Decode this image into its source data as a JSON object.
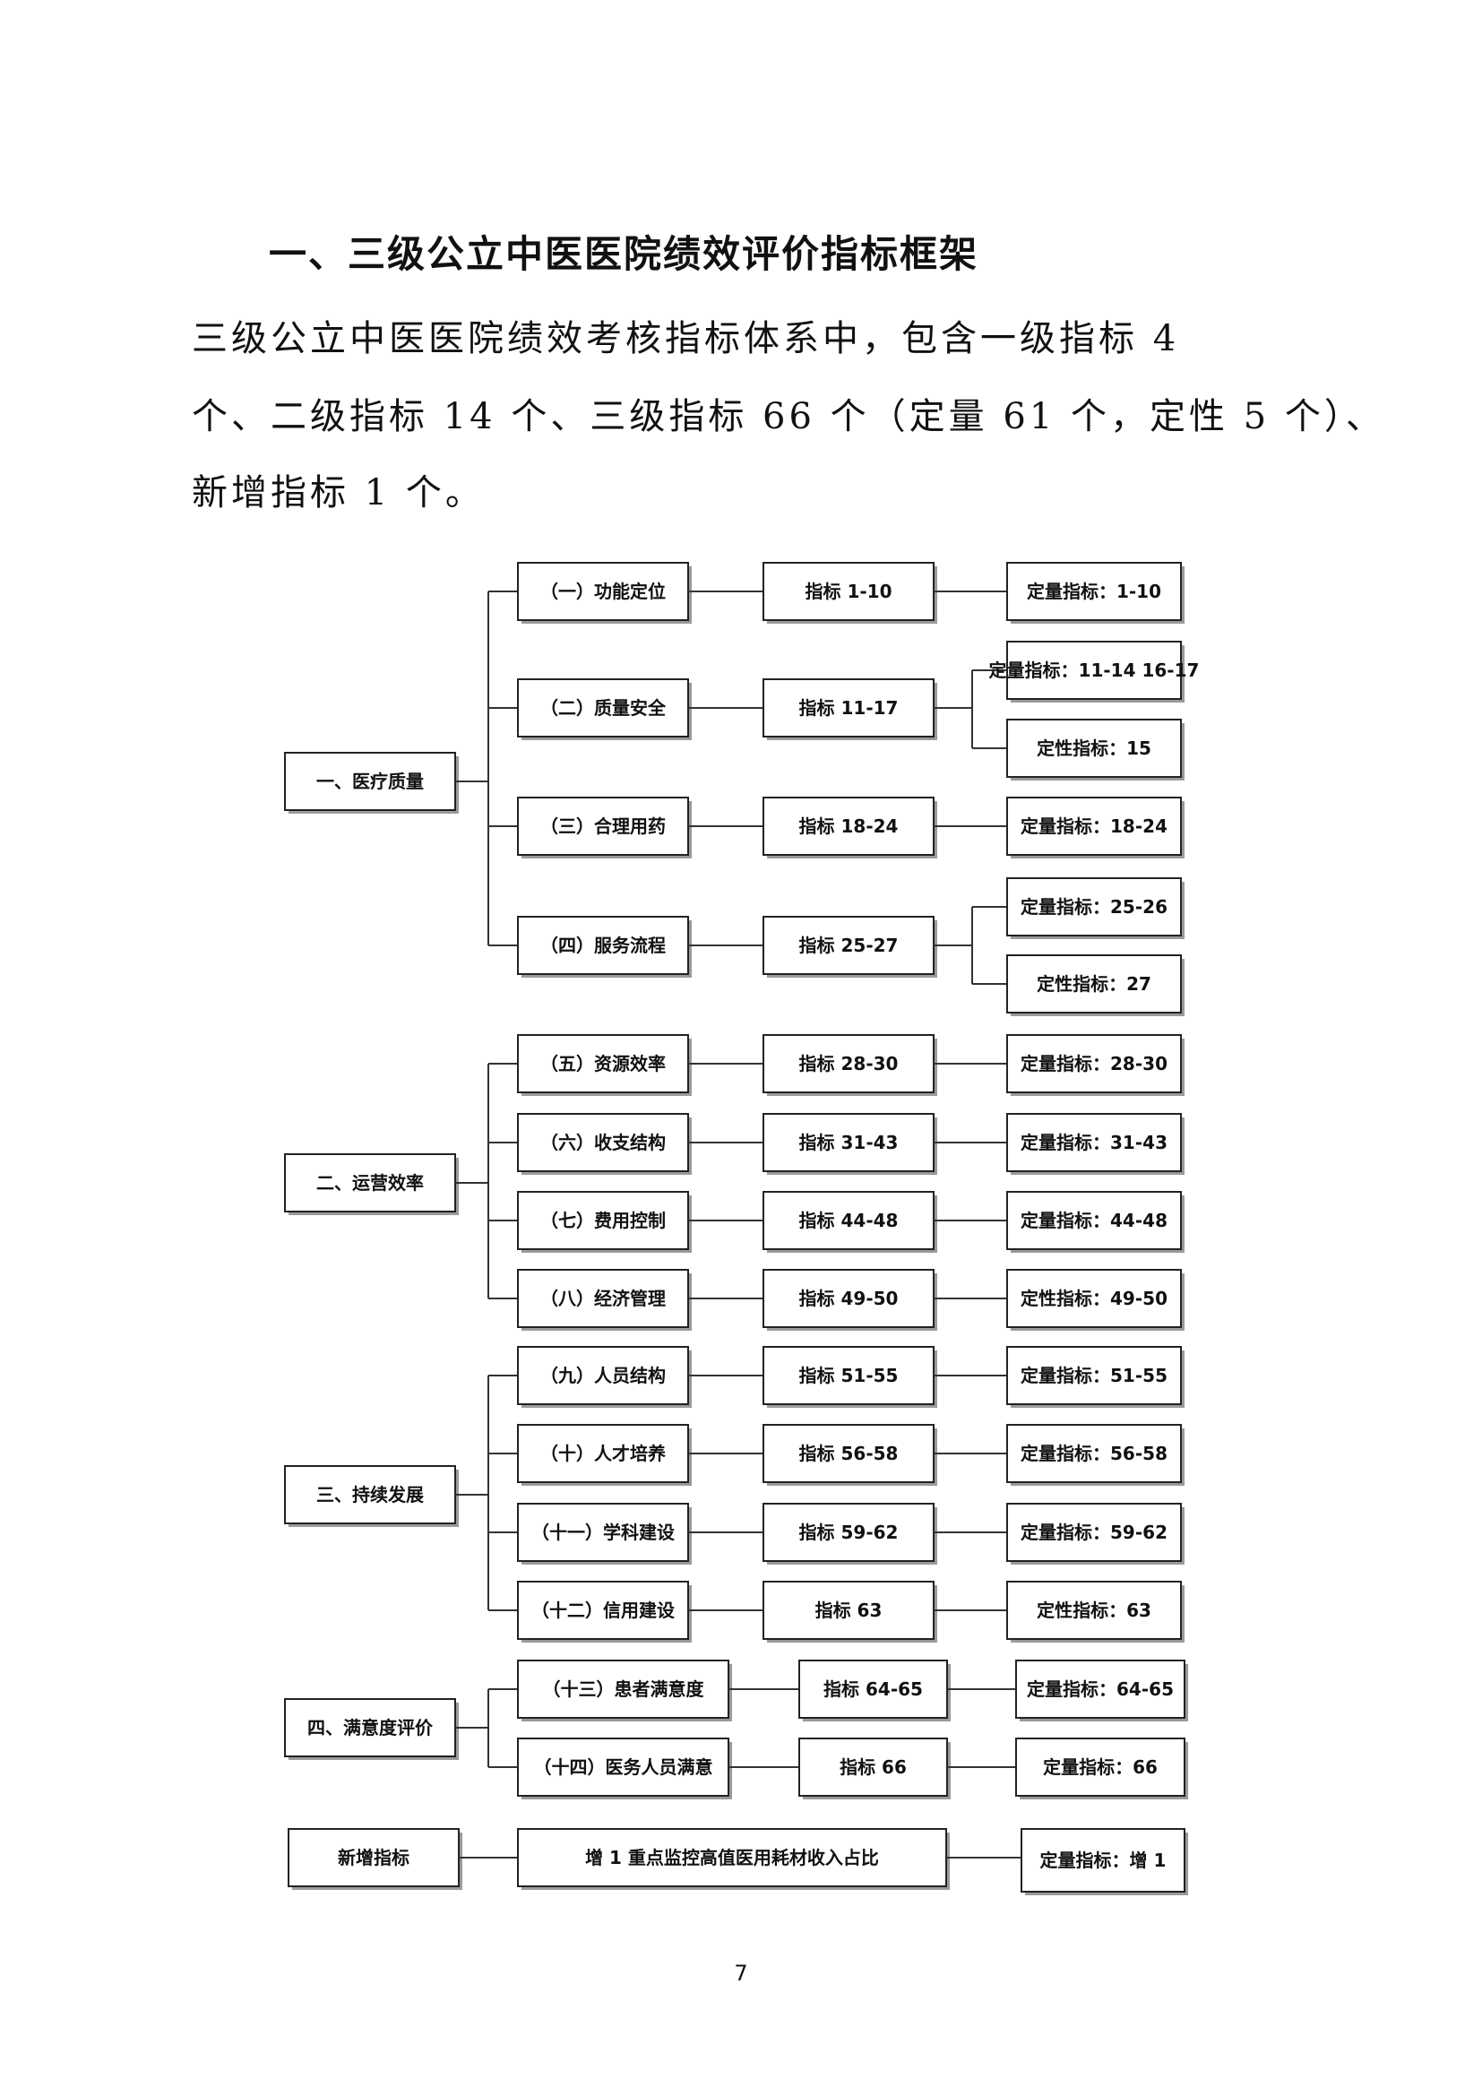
{
  "heading": "一、三级公立中医医院绩效评价指标框架",
  "paragraph_lines": [
    "三级公立中医医院绩效考核指标体系中，包含一级指标 4",
    "个、二级指标 14 个、三级指标 66 个（定量 61 个，定性 5 个）、",
    "新增指标 1 个。"
  ],
  "framework": [
    {
      "level1": "一、医疗质量",
      "children": [
        {
          "level2": "（一）功能定位",
          "level3": "指标 1-10",
          "leaves": [
            "定量指标：1-10"
          ]
        },
        {
          "level2": "（二）质量安全",
          "level3": "指标 11-17",
          "leaves": [
            "定量指标：11-14 16-17",
            "定性指标：15"
          ]
        },
        {
          "level2": "（三）合理用药",
          "level3": "指标 18-24",
          "leaves": [
            "定量指标：18-24"
          ]
        },
        {
          "level2": "（四）服务流程",
          "level3": "指标 25-27",
          "leaves": [
            "定量指标：25-26",
            "定性指标：27"
          ]
        }
      ]
    },
    {
      "level1": "二、运营效率",
      "children": [
        {
          "level2": "（五）资源效率",
          "level3": "指标 28-30",
          "leaves": [
            "定量指标：28-30"
          ]
        },
        {
          "level2": "（六）收支结构",
          "level3": "指标 31-43",
          "leaves": [
            "定量指标：31-43"
          ]
        },
        {
          "level2": "（七）费用控制",
          "level3": "指标 44-48",
          "leaves": [
            "定量指标：44-48"
          ]
        },
        {
          "level2": "（八）经济管理",
          "level3": "指标 49-50",
          "leaves": [
            "定性指标：49-50"
          ]
        }
      ]
    },
    {
      "level1": "三、持续发展",
      "children": [
        {
          "level2": "（九）人员结构",
          "level3": "指标 51-55",
          "leaves": [
            "定量指标：51-55"
          ]
        },
        {
          "level2": "（十）人才培养",
          "level3": "指标 56-58",
          "leaves": [
            "定量指标：56-58"
          ]
        },
        {
          "level2": "（十一）学科建设",
          "level3": "指标 59-62",
          "leaves": [
            "定量指标：59-62"
          ]
        },
        {
          "level2": "（十二）信用建设",
          "level3": "指标 63",
          "leaves": [
            "定性指标：63"
          ]
        }
      ]
    },
    {
      "level1": "四、满意度评价",
      "children": [
        {
          "level2": "（十三）患者满意度",
          "level3": "指标 64-65",
          "leaves": [
            "定量指标：64-65"
          ]
        },
        {
          "level2": "（十四）医务人员满意",
          "level3": "指标 66",
          "leaves": [
            "定量指标：66"
          ]
        }
      ]
    }
  ],
  "new_indicator": {
    "label": "新增指标",
    "description": "增 1 重点监控高值医用耗材收入占比",
    "leaf": "定量指标：增 1"
  },
  "page_number": "7"
}
